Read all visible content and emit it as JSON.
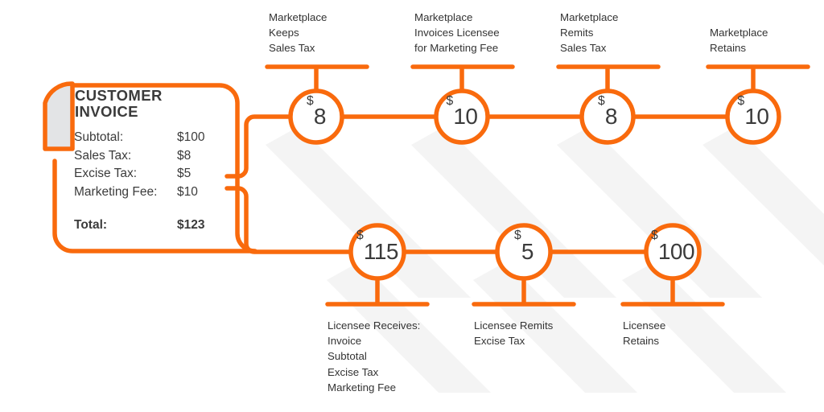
{
  "theme": {
    "orange": "#F96A0D",
    "text_dark": "#3b3b3b",
    "label_gray": "#333333",
    "shadow_gray": "#F2F2F2",
    "curl_gray": "#E3E4E6",
    "background": "#FFFFFF"
  },
  "invoice": {
    "title": "CUSTOMER\nINVOICE",
    "rows": [
      {
        "label": "Subtotal:",
        "value": "$100"
      },
      {
        "label": "Sales Tax:",
        "value": "$8"
      },
      {
        "label": "Excise Tax:",
        "value": "$5"
      },
      {
        "label": "Marketing Fee:",
        "value": "$10"
      }
    ],
    "total": {
      "label": "Total:",
      "value": "$123"
    }
  },
  "flow": {
    "top_row": [
      {
        "currency": "$",
        "amount": "8",
        "label": "Marketplace\nKeeps\nSales Tax"
      },
      {
        "currency": "$",
        "amount": "10",
        "label": "Marketplace\nInvoices Licensee\nfor Marketing Fee"
      },
      {
        "currency": "$",
        "amount": "8",
        "label": "Marketplace\nRemits\nSales Tax"
      },
      {
        "currency": "$",
        "amount": "10",
        "label": "Marketplace\nRetains"
      }
    ],
    "bottom_row": [
      {
        "currency": "$",
        "amount": "115",
        "label": "Licensee Receives:\nInvoice\nSubtotal\nExcise Tax\nMarketing Fee"
      },
      {
        "currency": "$",
        "amount": "5",
        "label": "Licensee Remits\nExcise Tax"
      },
      {
        "currency": "$",
        "amount": "100",
        "label": "Licensee\nRetains"
      }
    ]
  }
}
